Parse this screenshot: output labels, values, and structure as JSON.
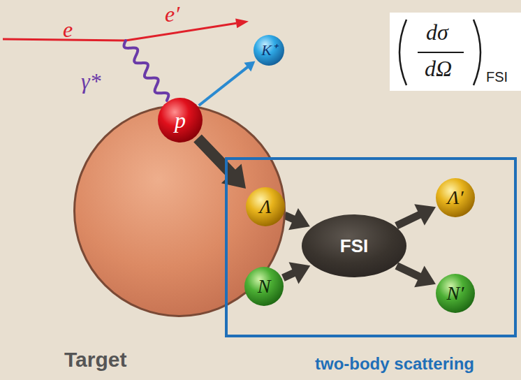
{
  "diagram": {
    "nodes": [
      {
        "text": [
          "dσ",
          "dΩ",
          "FSI"
        ]
      },
      {
        "text": [
          "K⁺"
        ]
      },
      {
        "text": [
          "Target"
        ]
      },
      {
        "text": [
          "p"
        ],
        "in": 2
      },
      {
        "text": [
          "two-body scattering"
        ]
      },
      {
        "text": [
          "Λ"
        ],
        "in": 4
      },
      {
        "text": [
          "N"
        ],
        "in": 4
      },
      {
        "text": [
          "FSI"
        ],
        "in": 4
      },
      {
        "text": [
          "Λ′"
        ],
        "in": 4
      },
      {
        "text": [
          "N′"
        ],
        "in": 4
      }
    ],
    "edges": [
      {
        "from": 3,
        "to": 1,
        "arrow": "to"
      },
      {
        "from": 5,
        "to": 7,
        "arrow": "to"
      },
      {
        "from": 6,
        "to": 7,
        "arrow": "to"
      },
      {
        "from": 7,
        "to": 8,
        "arrow": "to"
      },
      {
        "from": 7,
        "to": 9,
        "arrow": "to"
      }
    ],
    "labels": [
      "e",
      "e′",
      "γ*"
    ]
  }
}
